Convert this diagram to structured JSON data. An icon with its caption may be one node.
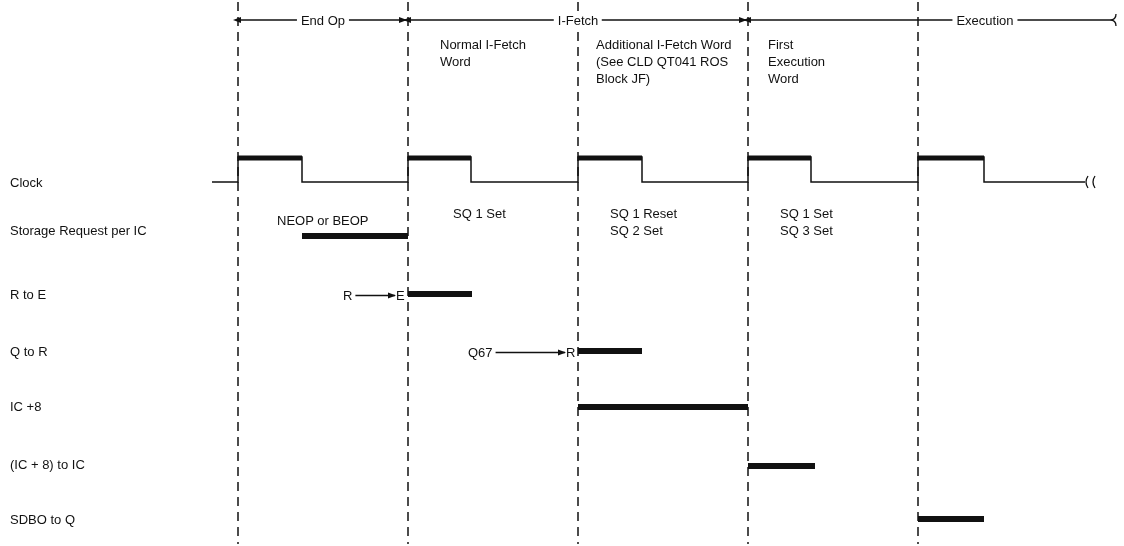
{
  "diagram": {
    "nodes": [
      {
        "text": [
          "R"
        ]
      },
      {
        "text": [
          "E"
        ]
      },
      {
        "text": [
          "Q67"
        ]
      },
      {
        "text": [
          "R"
        ]
      }
    ],
    "edges": [
      {
        "from": 0,
        "to": 1,
        "arrow": "to"
      },
      {
        "from": 2,
        "to": 3,
        "arrow": "to"
      }
    ],
    "labels": [
      "End Op",
      "I-Fetch",
      "Execution",
      "Normal I-Fetch Word",
      "Additional I-Fetch Word (See CLD QT041 ROS Block JF)",
      "First Execution Word",
      "Clock",
      "Storage Request per IC",
      "NEOP or BEOP",
      "SQ 1 Set",
      "SQ 1 Reset",
      "SQ 2 Set",
      "SQ 1 Set",
      "SQ 3 Set",
      "R to E",
      "Q to R",
      "IC +8",
      "(IC + 8) to IC",
      "SDBO to Q"
    ]
  }
}
